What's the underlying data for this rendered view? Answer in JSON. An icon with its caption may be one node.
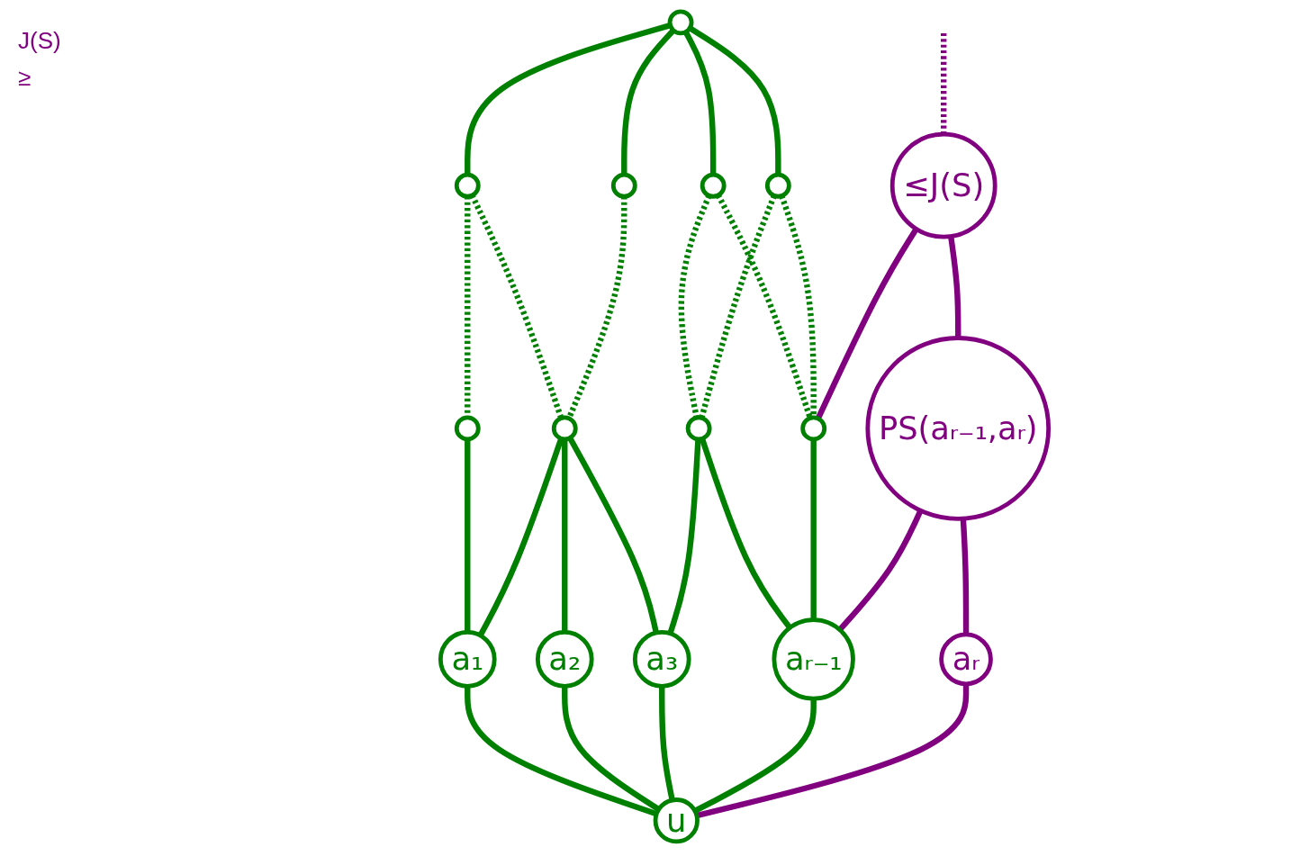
{
  "diagram": {
    "nodes": [
      {
        "text": [],
        "shape": "circle"
      },
      {
        "text": [],
        "shape": "circle"
      },
      {
        "text": [],
        "shape": "circle"
      },
      {
        "text": [],
        "shape": "circle"
      },
      {
        "text": [],
        "shape": "circle"
      },
      {
        "text": [
          "≤J(S)"
        ]
      },
      {
        "text": [],
        "shape": "circle"
      },
      {
        "text": [],
        "shape": "circle"
      },
      {
        "text": [],
        "shape": "circle"
      },
      {
        "text": [],
        "shape": "circle"
      },
      {
        "text": [
          "PS(aᵣ₋₁,aᵣ)"
        ]
      },
      {
        "text": [
          "a₁"
        ]
      },
      {
        "text": [
          "a₂"
        ]
      },
      {
        "text": [
          "a₃"
        ]
      },
      {
        "text": [
          "aᵣ₋₁"
        ]
      },
      {
        "text": [
          "aᵣ"
        ]
      },
      {
        "text": [
          "u"
        ]
      }
    ],
    "edges": [
      {
        "from": null,
        "to": 5,
        "arrow": "none",
        "style": "dashed",
        "color": "#800080"
      },
      {
        "from": 0,
        "to": 1,
        "arrow": "none"
      },
      {
        "from": 0,
        "to": 2,
        "arrow": "none"
      },
      {
        "from": 0,
        "to": 3,
        "arrow": "none"
      },
      {
        "from": 0,
        "to": 4,
        "arrow": "none"
      },
      {
        "from": 1,
        "to": 6,
        "arrow": "none",
        "style": "dashed"
      },
      {
        "from": 1,
        "to": 7,
        "arrow": "none",
        "style": "dashed"
      },
      {
        "from": 2,
        "to": 7,
        "arrow": "none",
        "style": "dashed"
      },
      {
        "from": 3,
        "to": 8,
        "arrow": "none",
        "style": "dashed"
      },
      {
        "from": 3,
        "to": 9,
        "arrow": "none",
        "style": "dashed"
      },
      {
        "from": 4,
        "to": 8,
        "arrow": "none",
        "style": "dashed"
      },
      {
        "from": 4,
        "to": 9,
        "arrow": "none",
        "style": "dashed"
      },
      {
        "from": 5,
        "to": 9,
        "arrow": "none",
        "color": "#800080"
      },
      {
        "from": 5,
        "to": 10,
        "arrow": "none",
        "color": "#800080"
      },
      {
        "from": 6,
        "to": 11,
        "arrow": "none"
      },
      {
        "from": 7,
        "to": 11,
        "arrow": "none"
      },
      {
        "from": 7,
        "to": 12,
        "arrow": "none"
      },
      {
        "from": 7,
        "to": 13,
        "arrow": "none"
      },
      {
        "from": 8,
        "to": 13,
        "arrow": "none"
      },
      {
        "from": 8,
        "to": 14,
        "arrow": "none"
      },
      {
        "from": 9,
        "to": 14,
        "arrow": "none"
      },
      {
        "from": 10,
        "to": 14,
        "arrow": "none",
        "color": "#800080"
      },
      {
        "from": 10,
        "to": 15,
        "arrow": "none",
        "color": "#800080"
      },
      {
        "from": 11,
        "to": 16,
        "arrow": "none"
      },
      {
        "from": 12,
        "to": 16,
        "arrow": "none"
      },
      {
        "from": 13,
        "to": 16,
        "arrow": "none"
      },
      {
        "from": 14,
        "to": 16,
        "arrow": "none"
      },
      {
        "from": 15,
        "to": 16,
        "arrow": "none",
        "color": "#800080"
      }
    ],
    "labels": [
      "J(S)",
      "≥"
    ]
  }
}
